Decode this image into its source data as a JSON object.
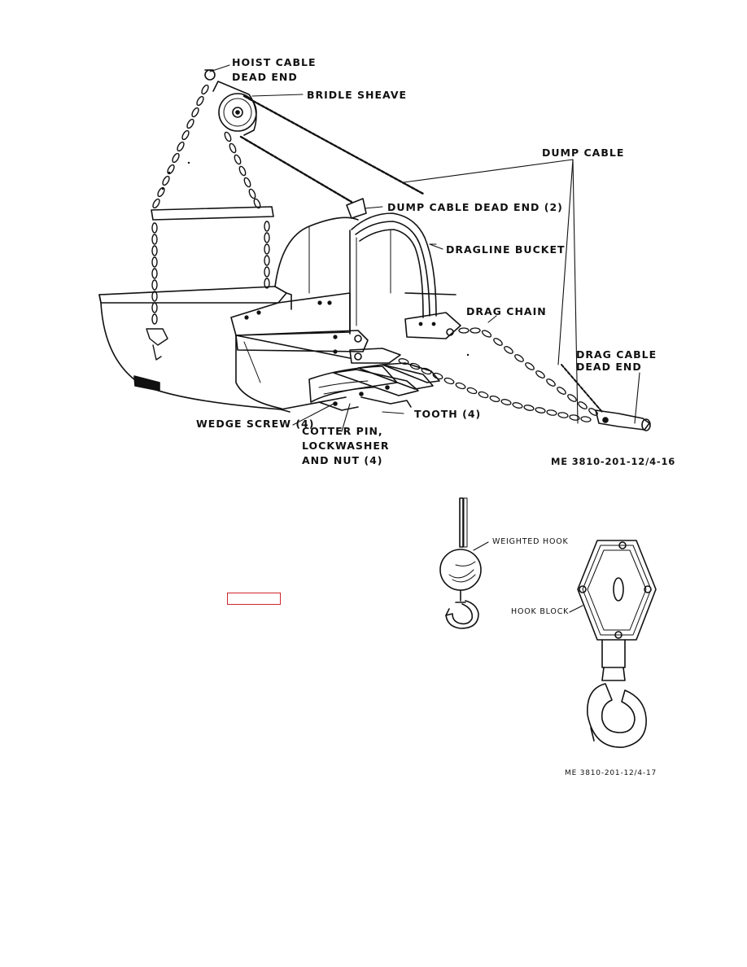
{
  "figure_top": {
    "labels": {
      "hoist_cable_line1": "HOIST CABLE",
      "hoist_cable_line2": "DEAD END",
      "bridle_sheave": "BRIDLE SHEAVE",
      "dump_cable": "DUMP CABLE",
      "dump_cable_dead_end": "DUMP CABLE DEAD END (2)",
      "dragline_bucket": "DRAGLINE BUCKET",
      "drag_chain": "DRAG CHAIN",
      "drag_cable_line1": "DRAG CABLE",
      "drag_cable_line2": "DEAD END",
      "wedge_screw": "WEDGE SCREW (4)",
      "tooth": "TOOTH (4)",
      "cotter_line1": "COTTER PIN,",
      "cotter_line2": "LOCKWASHER",
      "cotter_line3": "AND NUT (4)"
    },
    "figure_id": "ME 3810-201-12/4-16"
  },
  "figure_bottom": {
    "labels": {
      "weighted_hook": "WEIGHTED HOOK",
      "hook_block": "HOOK BLOCK"
    },
    "figure_id": "ME 3810-201-12/4-17"
  },
  "colors": {
    "ink": "#111111",
    "highlight_box": "#d0262b"
  }
}
